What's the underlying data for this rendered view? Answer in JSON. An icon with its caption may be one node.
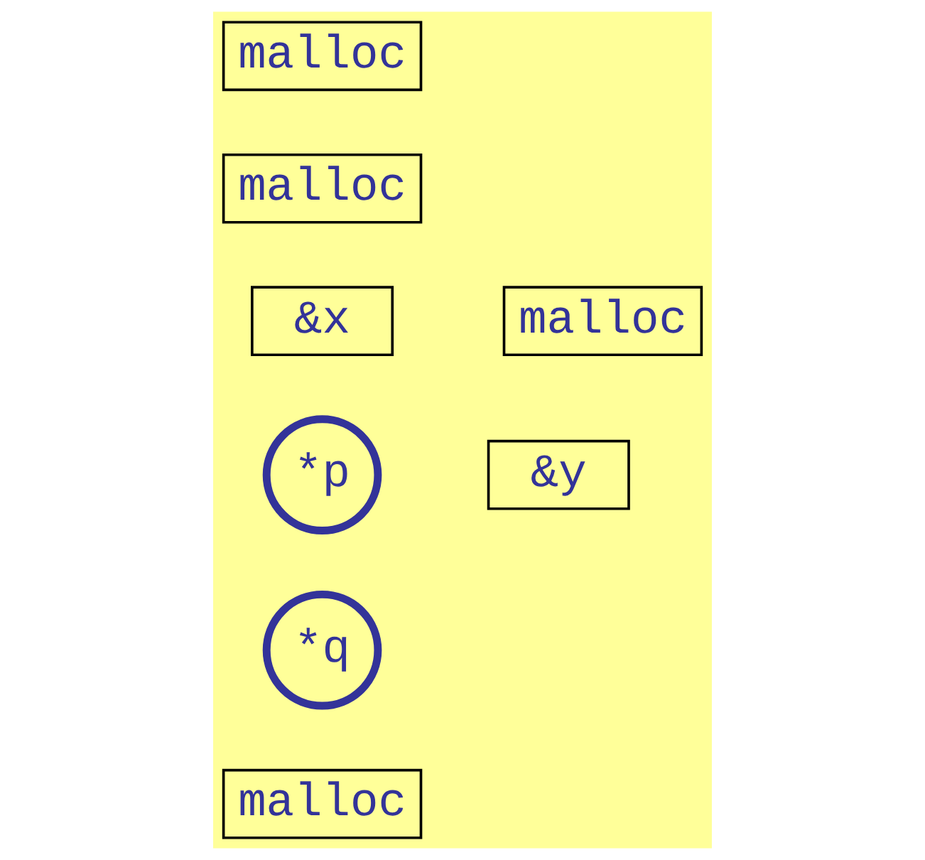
{
  "diagram": {
    "nodes": [
      {
        "text": [
          "malloc"
        ]
      },
      {
        "text": [
          "malloc"
        ]
      },
      {
        "text": [
          "&x"
        ]
      },
      {
        "text": [
          "malloc"
        ]
      },
      {
        "text": [
          "*p"
        ]
      },
      {
        "text": [
          "&y"
        ]
      },
      {
        "text": [
          "*q"
        ]
      },
      {
        "text": [
          "malloc"
        ]
      }
    ]
  }
}
